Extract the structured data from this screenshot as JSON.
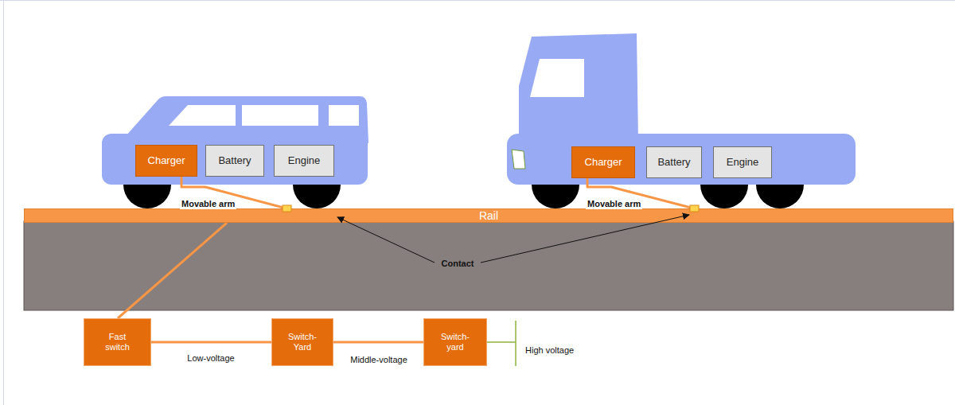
{
  "diagram": {
    "nodes": [
      {
        "text": [
          "Charger"
        ]
      },
      {
        "text": [
          "Battery"
        ]
      },
      {
        "text": [
          "Engine"
        ]
      },
      {
        "text": [
          "Charger"
        ]
      },
      {
        "text": [
          "Battery"
        ]
      },
      {
        "text": [
          "Engine"
        ]
      },
      {
        "text": [
          "Rail"
        ]
      },
      {
        "text": [
          "Fast switch"
        ]
      },
      {
        "text": [
          "Switch-Yard"
        ]
      },
      {
        "text": [
          "Switch-yard"
        ]
      }
    ],
    "edges": [
      {
        "from": 0,
        "to": 6,
        "label": "Movable arm",
        "arrow": "none"
      },
      {
        "from": 3,
        "to": 6,
        "label": "Movable arm",
        "arrow": "none"
      },
      {
        "from": 7,
        "to": 6,
        "arrow": "none"
      },
      {
        "from": 7,
        "to": 8,
        "label": "Low-voltage",
        "arrow": "none"
      },
      {
        "from": 8,
        "to": 9,
        "label": "Middle-voltage",
        "arrow": "none"
      }
    ],
    "labels": [
      "Contact",
      "High voltage"
    ]
  }
}
